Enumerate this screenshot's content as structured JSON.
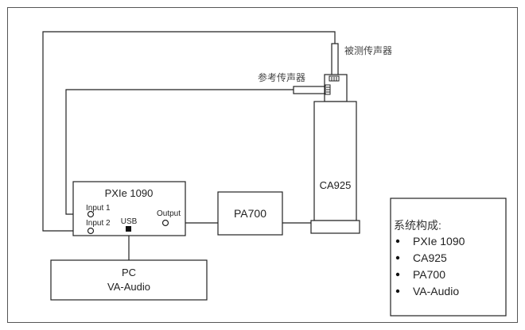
{
  "devices": {
    "pxie": {
      "label": "PXIe 1090",
      "input1": "Input 1",
      "input2": "Input 2",
      "usb": "USB",
      "output": "Output"
    },
    "pa700": {
      "label": "PA700"
    },
    "ca925": {
      "label": "CA925"
    },
    "pc": {
      "line1": "PC",
      "line2": "VA-Audio"
    },
    "test_mic": {
      "label": "被测传声器"
    },
    "ref_mic": {
      "label": "参考传声器"
    }
  },
  "legend": {
    "title": "系统构成:",
    "items": [
      "PXIe 1090",
      "CA925",
      "PA700",
      "VA-Audio"
    ]
  }
}
